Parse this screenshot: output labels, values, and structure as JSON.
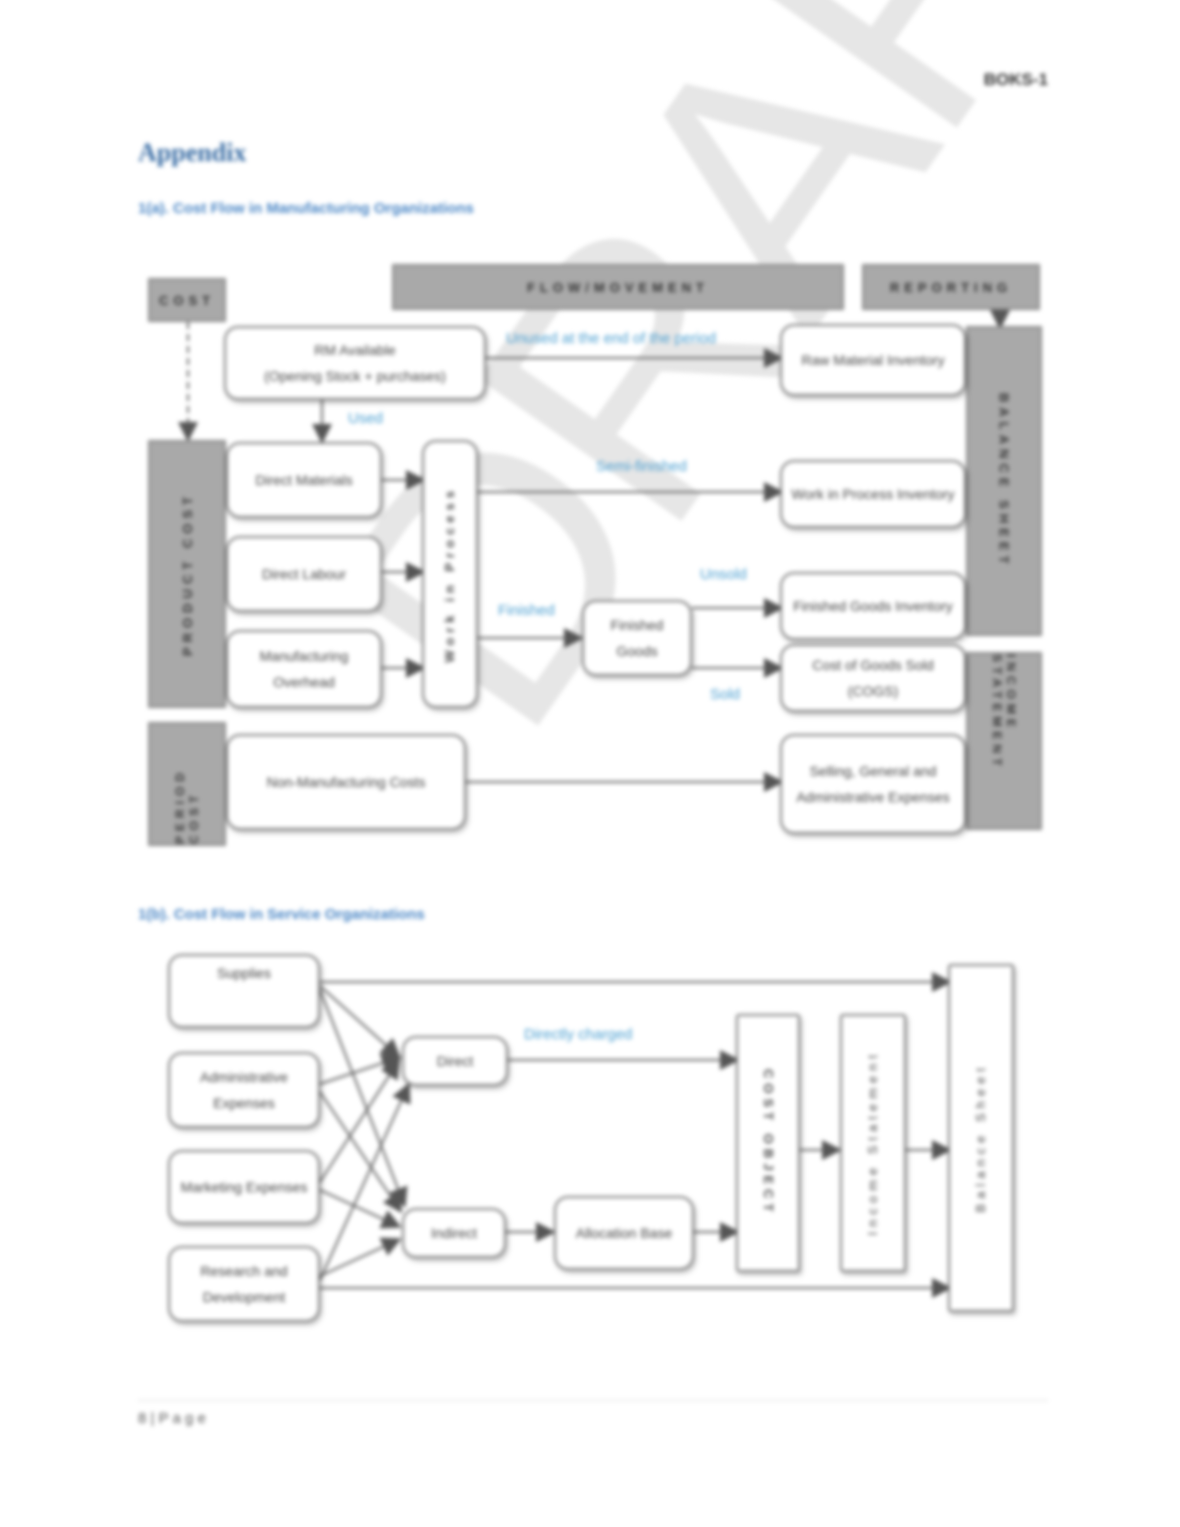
{
  "header": {
    "doc_code": "BOKS-1"
  },
  "page": {
    "title": "Appendix",
    "footer": "8 | P a g e",
    "watermark": "DRAFT"
  },
  "diagram1": {
    "subtitle": "1(a). Cost Flow in Manufacturing Organizations",
    "headers": {
      "cost": "COST",
      "flow": "FLOW/MOVEMENT",
      "reporting": "REPORTING"
    },
    "side_labels": {
      "product_cost": "PRODUCT COST",
      "period_cost": "PERIOD COST",
      "balance_sheet": "BALANCE SHEET",
      "income_statement": "INCOME STATEMENT"
    },
    "boxes": {
      "rm_available_line1": "RM Available",
      "rm_available_line2": "(Opening Stock + purchases)",
      "direct_materials": "Direct Materials",
      "direct_labour": "Direct Labour",
      "manufacturing_overhead": "Manufacturing Overhead",
      "wip": "Work in Process",
      "finished_goods": "Finished Goods",
      "non_manufacturing": "Non-Manufacturing Costs",
      "raw_material_inventory": "Raw Material Inventory",
      "wip_inventory": "Work in Process Inventory",
      "fg_inventory": "Finished Goods Inventory",
      "cogs": "Cost of Goods Sold (COGS)",
      "sga": "Selling, General and Administrative Expenses"
    },
    "flow_labels": {
      "unused": "Unused at the end of the period",
      "used": "Used",
      "semi_finished": "Semi-finished",
      "finished": "Finished",
      "unsold": "Unsold",
      "sold": "Sold"
    }
  },
  "diagram2": {
    "subtitle": "1(b). Cost Flow in Service Organizations",
    "boxes": {
      "supplies": "Supplies",
      "admin": "Administrative Expenses",
      "marketing": "Marketing Expenses",
      "rnd": "Research and Development",
      "direct": "Direct",
      "indirect": "Indirect",
      "allocation": "Allocation Base",
      "cost_object": "COST OBJECT",
      "income_statement": "Income Statement",
      "balance_sheet": "Balance Sheet"
    },
    "flow_labels": {
      "directly_charged": "Directly charged"
    }
  }
}
